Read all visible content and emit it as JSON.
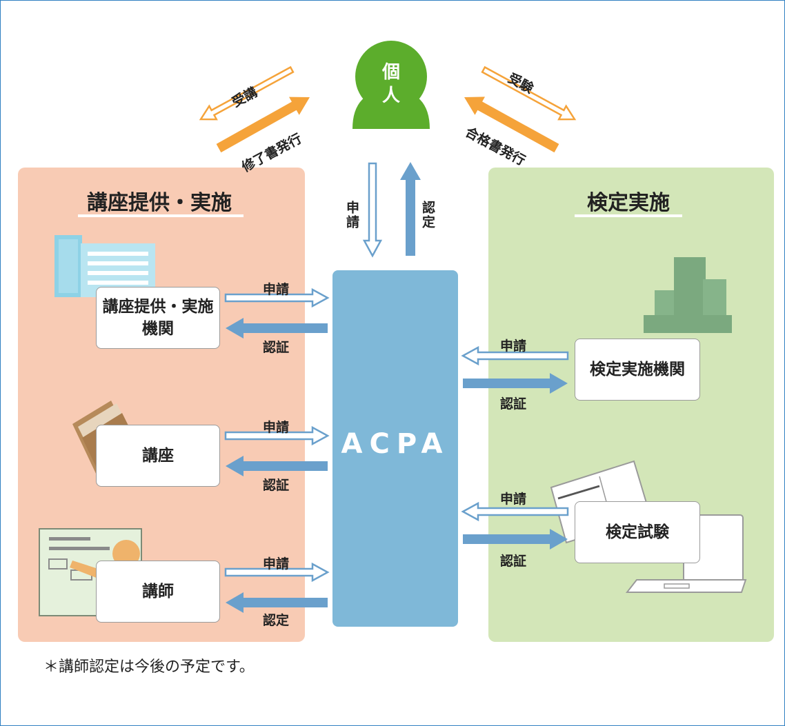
{
  "individual": {
    "label": "個\n人"
  },
  "left_panel": {
    "title": "講座提供・実施"
  },
  "right_panel": {
    "title": "検定実施"
  },
  "center": {
    "label": "ACPA"
  },
  "left_boxes": [
    {
      "label": "講座提供・実施\n機関",
      "top_arrow": "申請",
      "bottom_arrow": "認証"
    },
    {
      "label": "講座",
      "top_arrow": "申請",
      "bottom_arrow": "認証"
    },
    {
      "label": "講師",
      "top_arrow": "申請",
      "bottom_arrow": "認定"
    }
  ],
  "right_boxes": [
    {
      "label": "検定実施機関",
      "top_arrow": "申請",
      "bottom_arrow": "認証"
    },
    {
      "label": "検定試験",
      "top_arrow": "申請",
      "bottom_arrow": "認証"
    }
  ],
  "vertical_arrows": {
    "down": "申請",
    "up": "認定"
  },
  "top_left_arrows": {
    "outline": "受講",
    "solid": "修了書発行"
  },
  "top_right_arrows": {
    "outline": "受験",
    "solid": "合格書発行"
  },
  "footnote": "＊講師認定は今後の予定です。",
  "colors": {
    "frame_border": "#2f7fc1",
    "left_panel": "#f8cbb4",
    "right_panel": "#d3e6b8",
    "center_block": "#7fb8d8",
    "person": "#5cad2c",
    "solid_blue_arrow": "#6aa0cc",
    "outline_blue_arrow": "#6aa0cc",
    "orange_arrow": "#f5a33a"
  }
}
